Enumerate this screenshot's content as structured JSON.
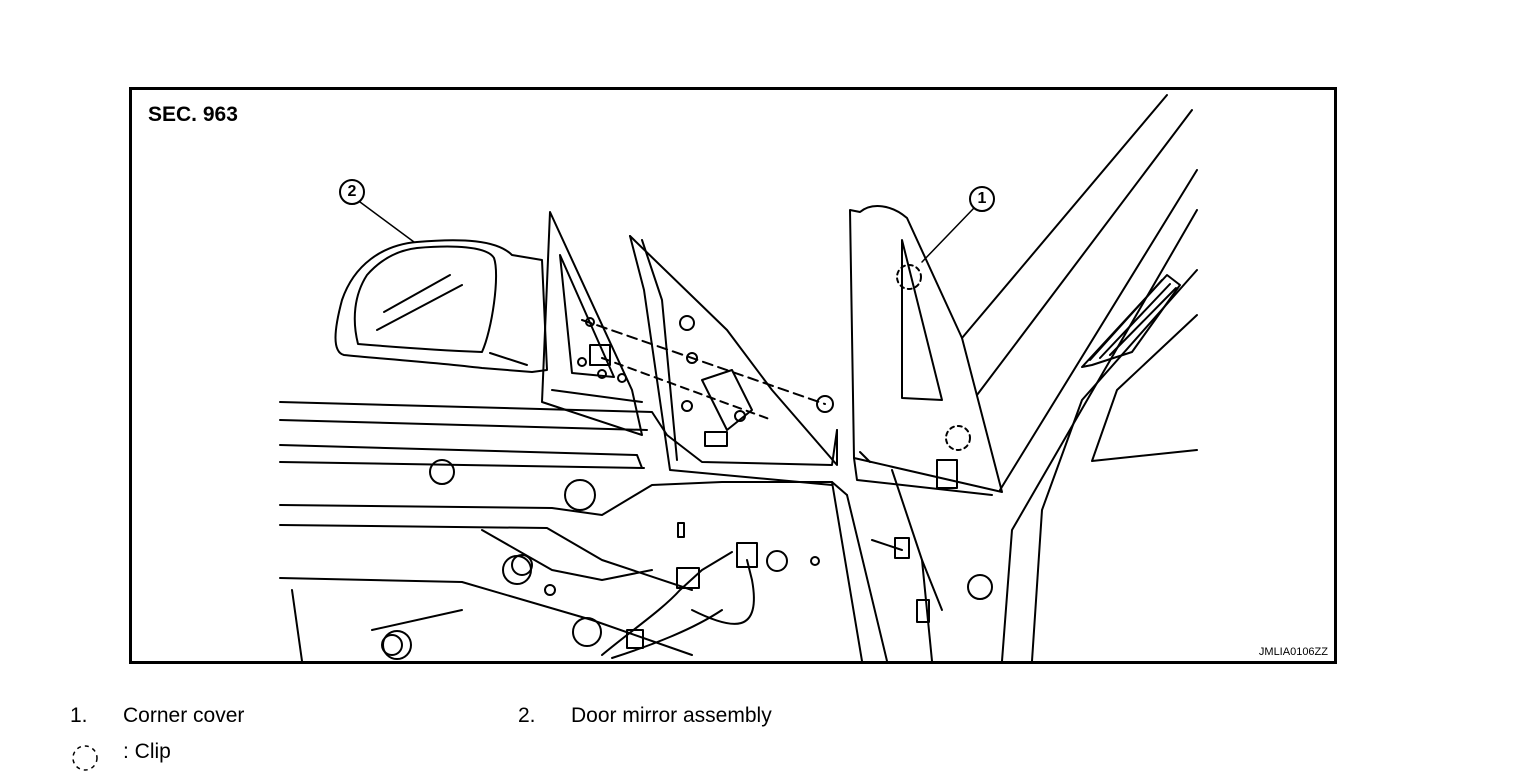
{
  "figure": {
    "section_label": "SEC. 963",
    "figure_code": "JMLIA0106ZZ",
    "callouts": [
      {
        "number": "1",
        "part": "corner-cover"
      },
      {
        "number": "2",
        "part": "door-mirror-assembly"
      }
    ]
  },
  "legend": {
    "items": [
      {
        "number": "1.",
        "label": "Corner cover"
      },
      {
        "number": "2.",
        "label": "Door mirror assembly"
      }
    ],
    "clip_label": ": Clip",
    "clip_icon": "dashed-circle-icon"
  }
}
